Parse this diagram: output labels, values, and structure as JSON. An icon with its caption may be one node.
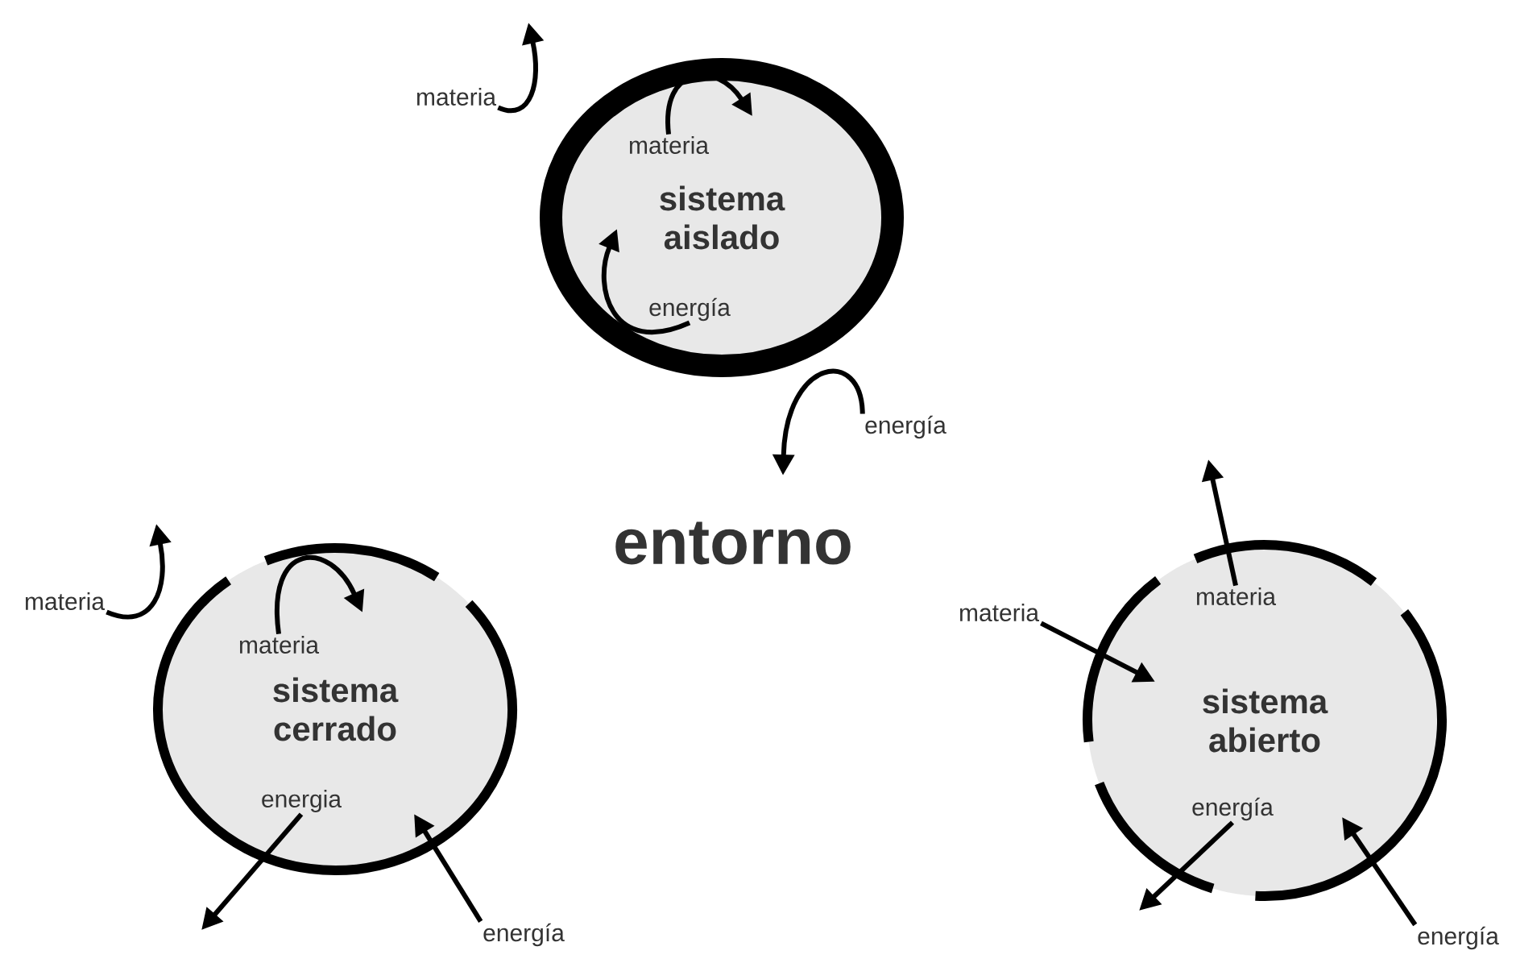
{
  "diagram": {
    "nodes": [
      {
        "text": [
          "sistema aislado"
        ]
      },
      {
        "text": [
          "materia"
        ]
      },
      {
        "text": [
          "materia"
        ],
        "in": 0
      },
      {
        "text": [
          "energía"
        ],
        "in": 0
      },
      {
        "text": [
          "energía"
        ]
      },
      {
        "text": [
          "sistema cerrado"
        ]
      },
      {
        "text": [
          "materia"
        ]
      },
      {
        "text": [
          "materia"
        ],
        "in": 5
      },
      {
        "text": [
          "energia"
        ],
        "in": 5
      },
      {
        "text": [
          "energía"
        ]
      },
      {
        "text": [
          "sistema abierto"
        ]
      },
      {
        "text": [
          "materia"
        ]
      },
      {
        "text": [
          "materia"
        ],
        "in": 10
      },
      {
        "text": [
          "energía"
        ],
        "in": 10
      },
      {
        "text": [
          "energía"
        ]
      }
    ],
    "edges": [
      {
        "from": 1,
        "to": null,
        "arrow": "to"
      },
      {
        "from": 2,
        "to": null,
        "arrow": "to"
      },
      {
        "from": 3,
        "to": null,
        "arrow": "to"
      },
      {
        "from": 4,
        "to": null,
        "arrow": "to"
      },
      {
        "from": 6,
        "to": null,
        "arrow": "to"
      },
      {
        "from": 7,
        "to": null,
        "arrow": "to"
      },
      {
        "from": 8,
        "to": null,
        "arrow": "to"
      },
      {
        "from": 9,
        "to": 5,
        "arrow": "to"
      },
      {
        "from": 11,
        "to": 10,
        "arrow": "to"
      },
      {
        "from": 12,
        "to": null,
        "arrow": "to"
      },
      {
        "from": 13,
        "to": null,
        "arrow": "to"
      },
      {
        "from": 14,
        "to": 10,
        "arrow": "to"
      }
    ],
    "labels": [
      "entorno"
    ]
  }
}
